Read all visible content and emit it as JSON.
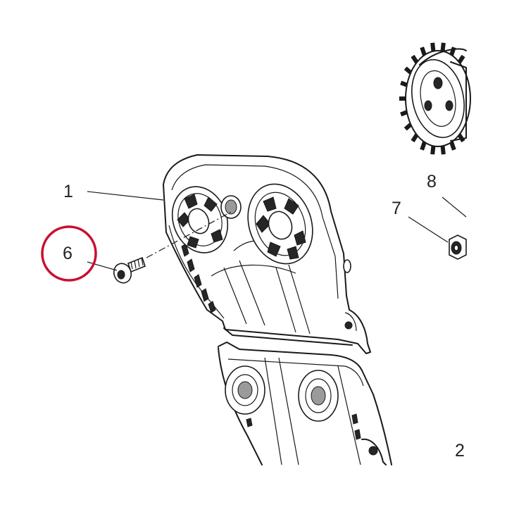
{
  "callouts": {
    "item_1": "1",
    "item_2": "2",
    "item_6": "6",
    "item_7": "7",
    "item_8": "8"
  },
  "colors": {
    "line": "#1a1a1a",
    "highlight_circle": "#c8102e",
    "background": "#ffffff"
  },
  "highlighted_item": "6"
}
